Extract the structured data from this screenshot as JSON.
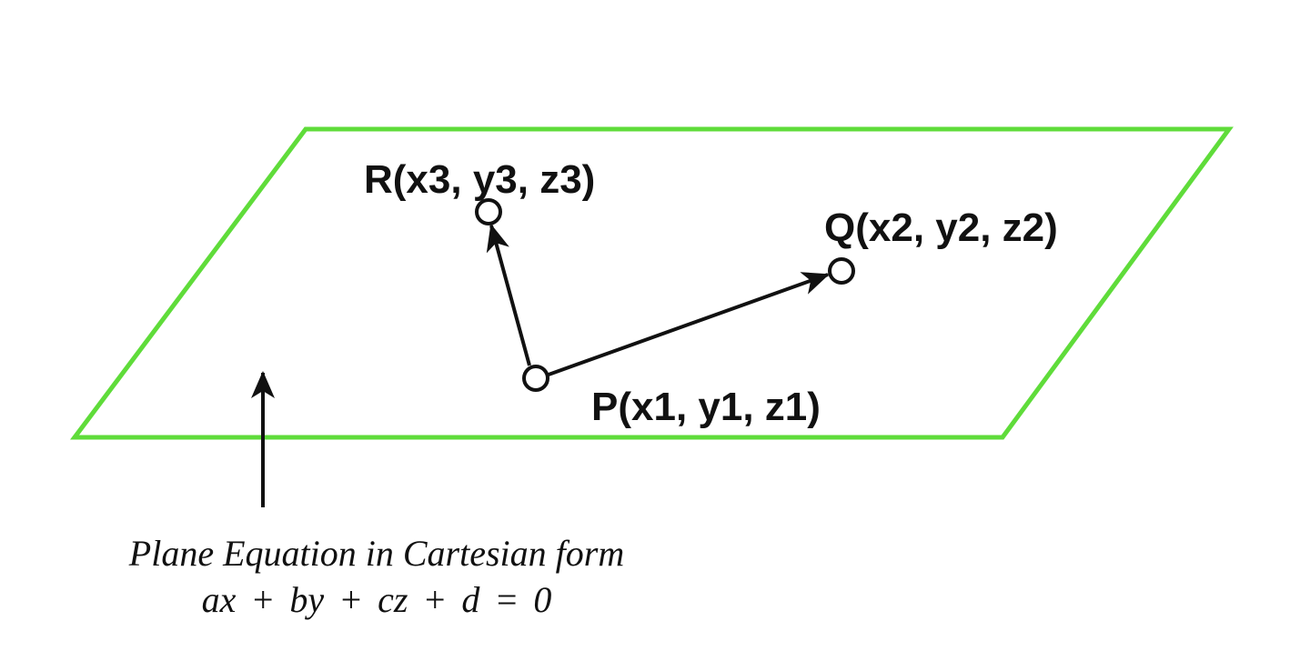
{
  "colors": {
    "plane": "#5fdc3a",
    "ink": "#111111",
    "background": "#ffffff"
  },
  "points": {
    "p": {
      "label": "P(x1, y1, z1)"
    },
    "q": {
      "label": "Q(x2, y2, z2)"
    },
    "r": {
      "label": "R(x3, y3, z3)"
    }
  },
  "caption": {
    "line1": "Plane Equation in Cartesian form",
    "line2": "ax + by + cz + d = 0"
  }
}
